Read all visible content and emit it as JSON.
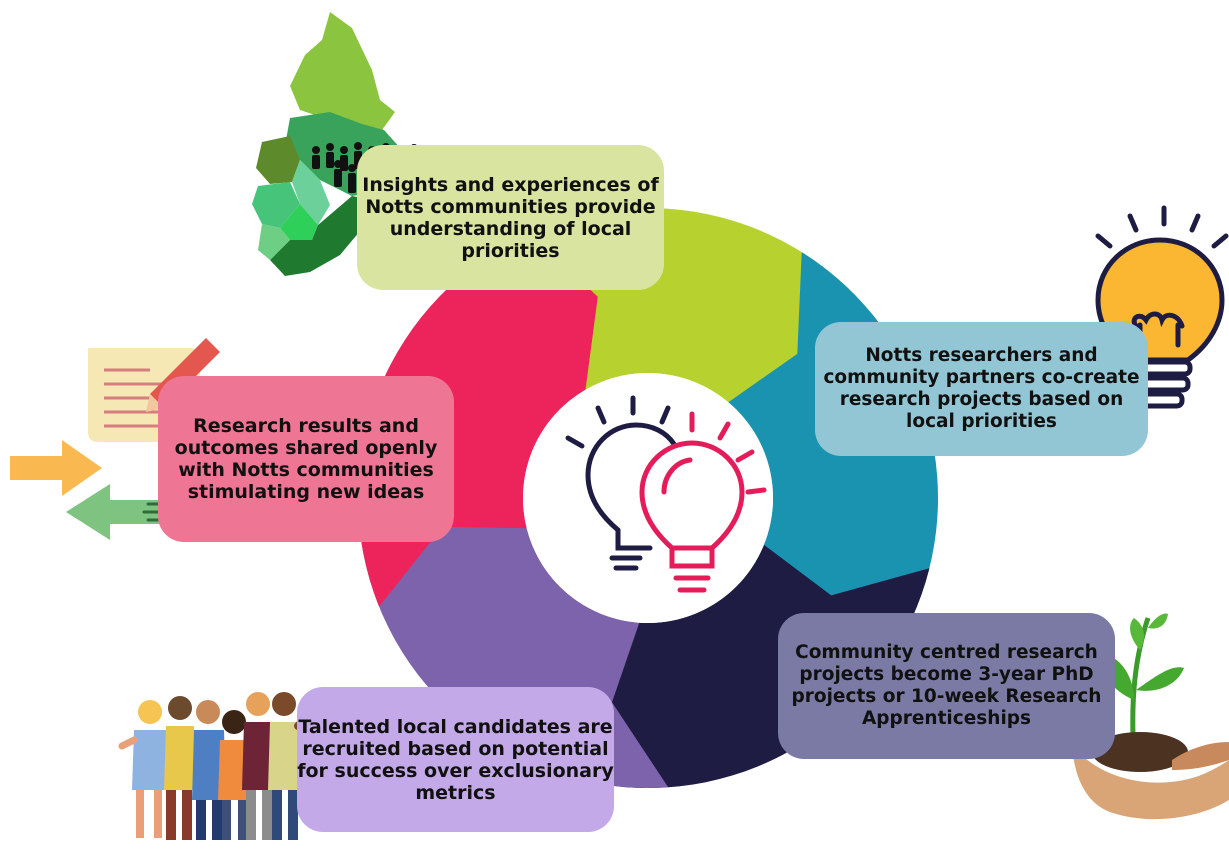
{
  "cycle": {
    "colors": {
      "green": "#b7d22f",
      "teal": "#1a93b1",
      "navy": "#1e1c43",
      "purple": "#7c63ab",
      "pink": "#ed235b"
    }
  },
  "steps": [
    {
      "id": "insights",
      "text": "Insights and experiences of Notts communities provide understanding of local priorities",
      "color": "#d9e4a0"
    },
    {
      "id": "co-create",
      "text": "Notts researchers and community partners co-create research projects based on local priorities",
      "color": "#93c6d4"
    },
    {
      "id": "projects",
      "text": "Community centred research projects become 3-year PhD projects or 10-week Research Apprenticeships",
      "color": "#7b7aa5"
    },
    {
      "id": "recruit",
      "text": "Talented local candidates are recruited based on  potential for success over exclusionary metrics",
      "color": "#c4a9e8"
    },
    {
      "id": "share",
      "text": "Research results and outcomes shared openly with Notts communities stimulating new ideas",
      "color": "#ef7594"
    }
  ],
  "icons": {
    "center": "two-lightbulbs-icon",
    "top": "nottinghamshire-map-icon",
    "right": "lightbulb-icon",
    "bottom_right": "seedling-in-hand-icon",
    "bottom": "diverse-people-group-icon",
    "left": "document-and-arrows-icon"
  }
}
